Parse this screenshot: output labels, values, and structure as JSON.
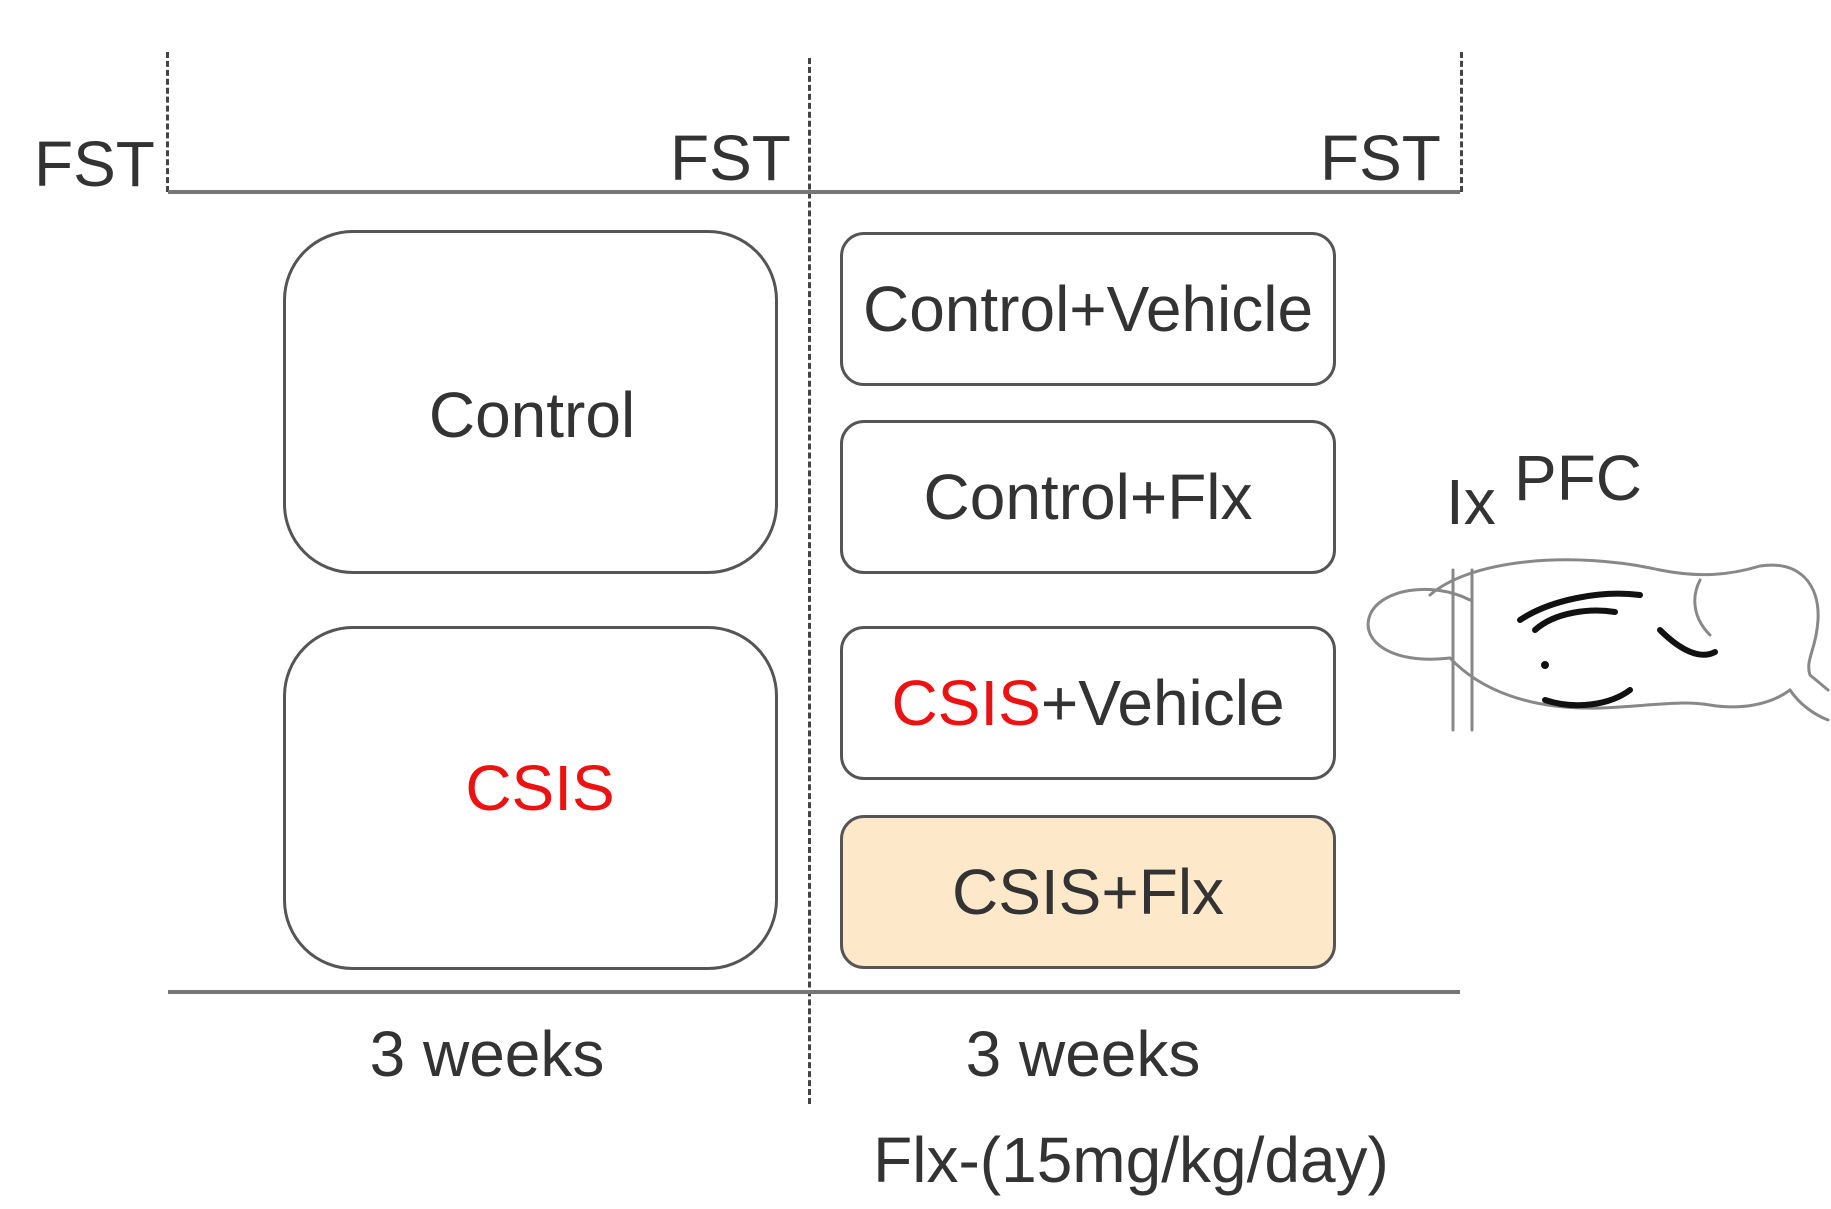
{
  "timeline": {
    "fst_labels": [
      "FST",
      "FST",
      "FST"
    ],
    "period_labels": [
      "3 weeks",
      "3 weeks"
    ],
    "treatment_note": "Flx-(15mg/kg/day)"
  },
  "phase1_groups": {
    "control": "Control",
    "csis": "CSIS"
  },
  "phase2_groups": {
    "control_vehicle": {
      "prefix": "Control",
      "suffix": "+Vehicle"
    },
    "control_flx": {
      "prefix": "Control",
      "suffix": "+Flx"
    },
    "csis_vehicle": {
      "prefix": "CSIS",
      "suffix": "+Vehicle"
    },
    "csis_flx": {
      "prefix": "CSIS",
      "suffix": "+Flx"
    }
  },
  "brain": {
    "region_label": "PFC",
    "level_label": "Ix",
    "icon": "mouse-brain-sagittal-icon"
  },
  "colors": {
    "csis_text": "#ee1111",
    "highlight_fill": "#fde9c9",
    "line": "#777777",
    "text": "#333333"
  }
}
